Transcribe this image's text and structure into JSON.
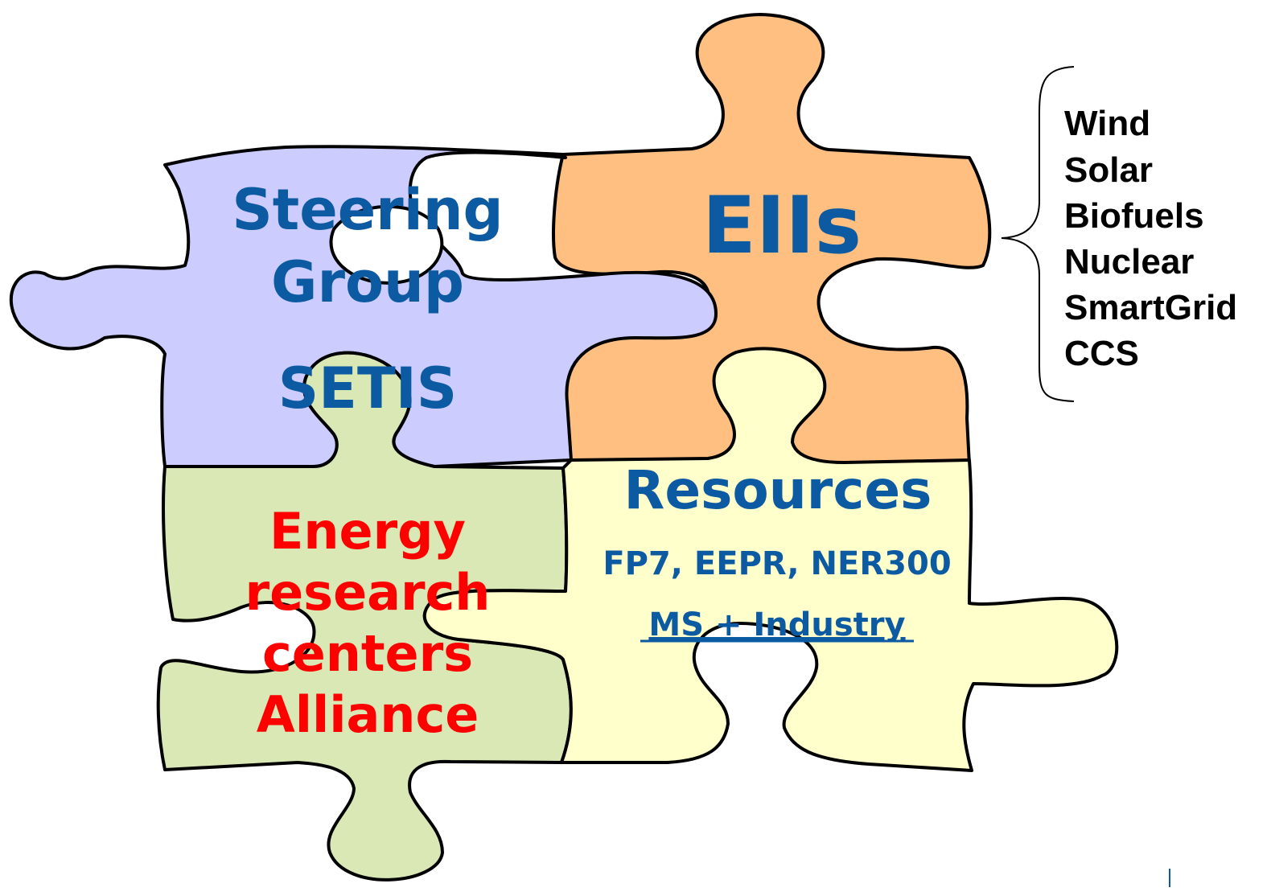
{
  "pieces": {
    "steering": {
      "title_line1": "Steering",
      "title_line2": "Group",
      "subtitle": "SETIS",
      "color": "#ccccff"
    },
    "eiis": {
      "title": "EIIs",
      "color": "#ffbf80"
    },
    "alliance": {
      "line1": "Energy",
      "line2": "research",
      "line3": "centers",
      "line4": "Alliance",
      "color": "#d9e8b4",
      "text_color": "#ff0000"
    },
    "resources": {
      "title": "Resources",
      "programmes": "FP7, EEPR, NER300",
      "partners": "MS + Industry",
      "color": "#ffffcc"
    }
  },
  "eii_list": [
    "Wind",
    "Solar",
    "Biofuels",
    "Nuclear",
    "SmartGrid",
    "CCS"
  ],
  "accent_text_color": "#0b5aa2"
}
